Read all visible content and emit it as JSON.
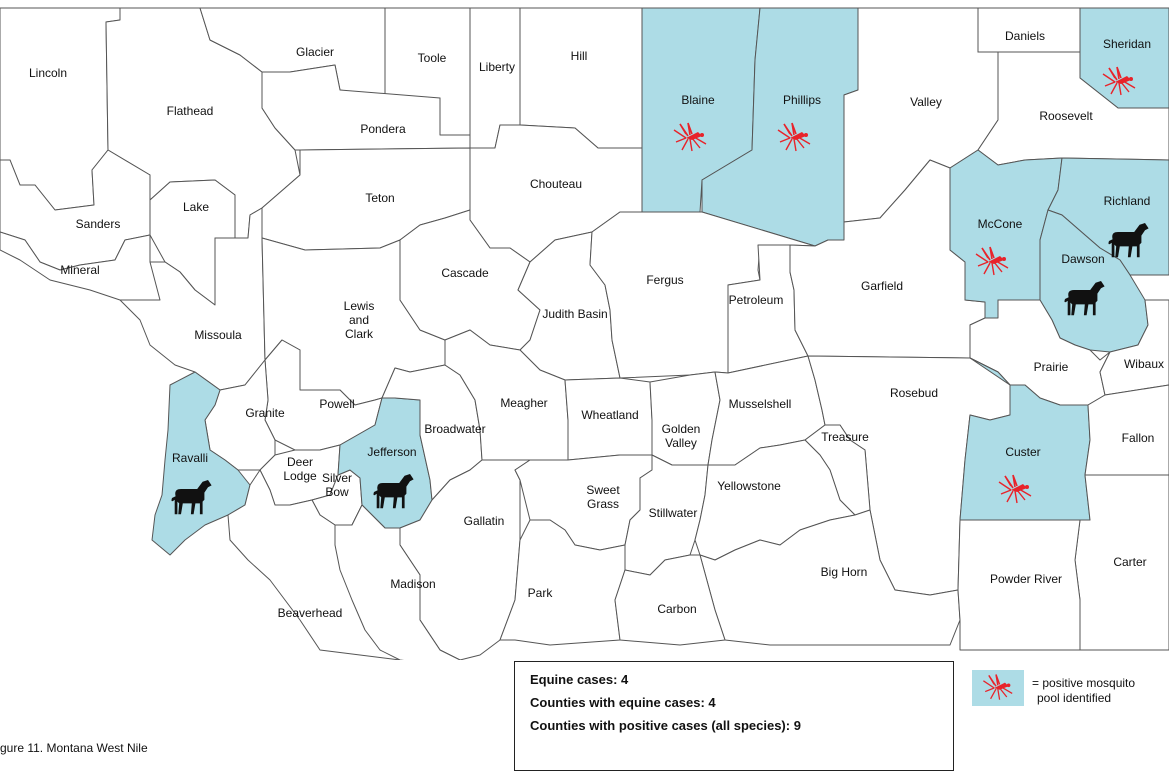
{
  "map": {
    "positive_fill": "#ADDCE6",
    "default_fill": "#FFFFFF",
    "border_color": "#555555",
    "mosquito_color": "#E8232A",
    "horse_color": "#111111",
    "counties": [
      {
        "key": "lincoln",
        "name": "Lincoln",
        "positive": false
      },
      {
        "key": "flathead",
        "name": "Flathead",
        "positive": false
      },
      {
        "key": "glacier",
        "name": "Glacier",
        "positive": false
      },
      {
        "key": "toole",
        "name": "Toole",
        "positive": false
      },
      {
        "key": "liberty",
        "name": "Liberty",
        "positive": false
      },
      {
        "key": "hill",
        "name": "Hill",
        "positive": false
      },
      {
        "key": "blaine",
        "name": "Blaine",
        "positive": true,
        "mosquito": true,
        "equine": false
      },
      {
        "key": "phillips",
        "name": "Phillips",
        "positive": true,
        "mosquito": true,
        "equine": false
      },
      {
        "key": "valley",
        "name": "Valley",
        "positive": false
      },
      {
        "key": "daniels",
        "name": "Daniels",
        "positive": false
      },
      {
        "key": "sheridan",
        "name": "Sheridan",
        "positive": true,
        "mosquito": true,
        "equine": false
      },
      {
        "key": "roosevelt",
        "name": "Roosevelt",
        "positive": false
      },
      {
        "key": "pondera",
        "name": "Pondera",
        "positive": false
      },
      {
        "key": "teton",
        "name": "Teton",
        "positive": false
      },
      {
        "key": "chouteau",
        "name": "Chouteau",
        "positive": false
      },
      {
        "key": "sanders",
        "name": "Sanders",
        "positive": false
      },
      {
        "key": "lake",
        "name": "Lake",
        "positive": false
      },
      {
        "key": "mineral",
        "name": "Mineral",
        "positive": false
      },
      {
        "key": "missoula",
        "name": "Missoula",
        "positive": false
      },
      {
        "key": "lewis_clark",
        "name": "Lewis\nand\nClark",
        "positive": false
      },
      {
        "key": "cascade",
        "name": "Cascade",
        "positive": false
      },
      {
        "key": "judith_basin",
        "name": "Judith Basin",
        "positive": false
      },
      {
        "key": "fergus",
        "name": "Fergus",
        "positive": false
      },
      {
        "key": "petroleum",
        "name": "Petroleum",
        "positive": false
      },
      {
        "key": "garfield",
        "name": "Garfield",
        "positive": false
      },
      {
        "key": "mccone",
        "name": "McCone",
        "positive": true,
        "mosquito": true,
        "equine": false
      },
      {
        "key": "richland",
        "name": "Richland",
        "positive": true,
        "mosquito": false,
        "equine": true
      },
      {
        "key": "dawson",
        "name": "Dawson",
        "positive": true,
        "mosquito": false,
        "equine": true
      },
      {
        "key": "prairie",
        "name": "Prairie",
        "positive": false
      },
      {
        "key": "wibaux",
        "name": "Wibaux",
        "positive": false
      },
      {
        "key": "powell",
        "name": "Powell",
        "positive": false
      },
      {
        "key": "granite",
        "name": "Granite",
        "positive": false
      },
      {
        "key": "ravalli",
        "name": "Ravalli",
        "positive": true,
        "mosquito": false,
        "equine": true
      },
      {
        "key": "deer_lodge",
        "name": "Deer\nLodge",
        "positive": false
      },
      {
        "key": "silver_bow",
        "name": "Silver\nBow",
        "positive": false
      },
      {
        "key": "jefferson",
        "name": "Jefferson",
        "positive": true,
        "mosquito": false,
        "equine": true
      },
      {
        "key": "broadwater",
        "name": "Broadwater",
        "positive": false
      },
      {
        "key": "meagher",
        "name": "Meagher",
        "positive": false
      },
      {
        "key": "wheatland",
        "name": "Wheatland",
        "positive": false
      },
      {
        "key": "golden_valley",
        "name": "Golden\nValley",
        "positive": false
      },
      {
        "key": "musselshell",
        "name": "Musselshell",
        "positive": false
      },
      {
        "key": "rosebud",
        "name": "Rosebud",
        "positive": false
      },
      {
        "key": "treasure",
        "name": "Treasure",
        "positive": false
      },
      {
        "key": "custer",
        "name": "Custer",
        "positive": true,
        "mosquito": true,
        "equine": false
      },
      {
        "key": "fallon",
        "name": "Fallon",
        "positive": false
      },
      {
        "key": "gallatin",
        "name": "Gallatin",
        "positive": false
      },
      {
        "key": "sweet_grass",
        "name": "Sweet\nGrass",
        "positive": false
      },
      {
        "key": "stillwater",
        "name": "Stillwater",
        "positive": false
      },
      {
        "key": "yellowstone",
        "name": "Yellowstone",
        "positive": false
      },
      {
        "key": "big_horn",
        "name": "Big Horn",
        "positive": false
      },
      {
        "key": "carter",
        "name": "Carter",
        "positive": false
      },
      {
        "key": "powder_river",
        "name": "Powder River",
        "positive": false
      },
      {
        "key": "beaverhead",
        "name": "Beaverhead",
        "positive": false
      },
      {
        "key": "madison",
        "name": "Madison",
        "positive": false
      },
      {
        "key": "park",
        "name": "Park",
        "positive": false
      },
      {
        "key": "carbon",
        "name": "Carbon",
        "positive": false
      }
    ]
  },
  "stats": {
    "equine_cases": "Equine cases: 4",
    "counties_equine": "Counties with equine cases: 4",
    "counties_positive": "Counties with positive cases (all species): 9"
  },
  "legend": {
    "icon": "mosquito-icon",
    "text_line1": "= positive mosquito",
    "text_line2": "pool identified"
  },
  "caption": "gure 11. Montana West Nile"
}
